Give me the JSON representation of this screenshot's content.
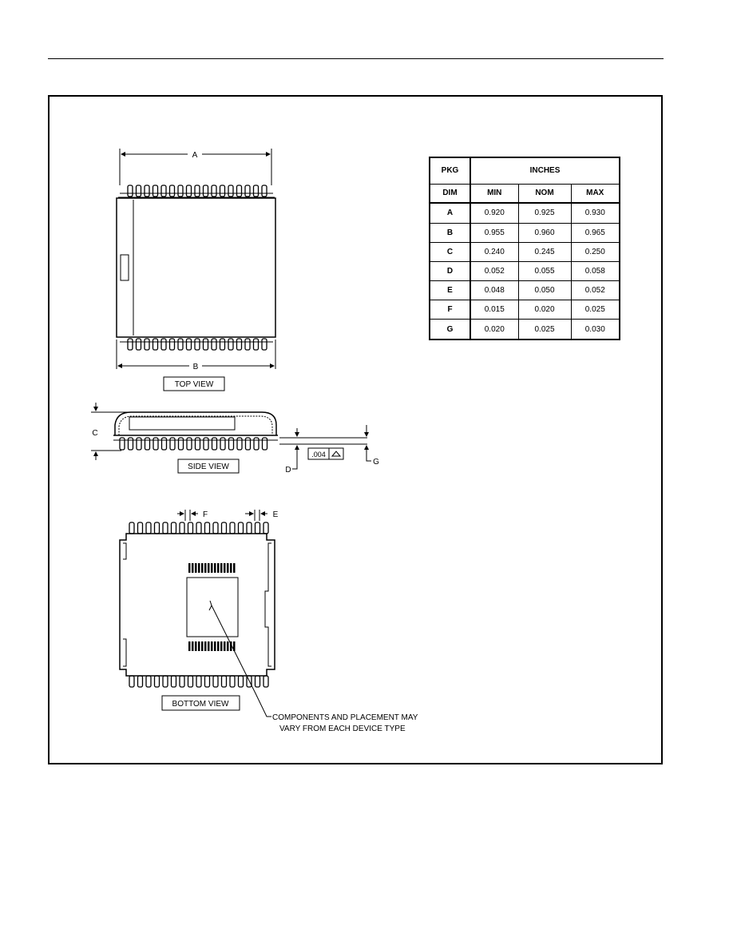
{
  "labels": {
    "top_view": "TOP VIEW",
    "side_view": "SIDE VIEW",
    "bottom_view": "BOTTOM VIEW",
    "note_line1": "COMPONENTS AND PLACEMENT MAY",
    "note_line2": "VARY FROM EACH DEVICE TYPE",
    "tolerance": ".004",
    "dim_a": "A",
    "dim_b": "B",
    "dim_c": "C",
    "dim_d": "D",
    "dim_e": "E",
    "dim_f": "F",
    "dim_g": "G"
  },
  "table": {
    "pkg": "PKG",
    "inches": "INCHES",
    "dim": "DIM",
    "min": "MIN",
    "nom": "NOM",
    "max": "MAX",
    "rows": [
      {
        "dim": "A",
        "min": "0.920",
        "nom": "0.925",
        "max": "0.930"
      },
      {
        "dim": "B",
        "min": "0.955",
        "nom": "0.960",
        "max": "0.965"
      },
      {
        "dim": "C",
        "min": "0.240",
        "nom": "0.245",
        "max": "0.250"
      },
      {
        "dim": "D",
        "min": "0.052",
        "nom": "0.055",
        "max": "0.058"
      },
      {
        "dim": "E",
        "min": "0.048",
        "nom": "0.050",
        "max": "0.052"
      },
      {
        "dim": "F",
        "min": "0.015",
        "nom": "0.020",
        "max": "0.025"
      },
      {
        "dim": "G",
        "min": "0.020",
        "nom": "0.025",
        "max": "0.030"
      }
    ]
  }
}
